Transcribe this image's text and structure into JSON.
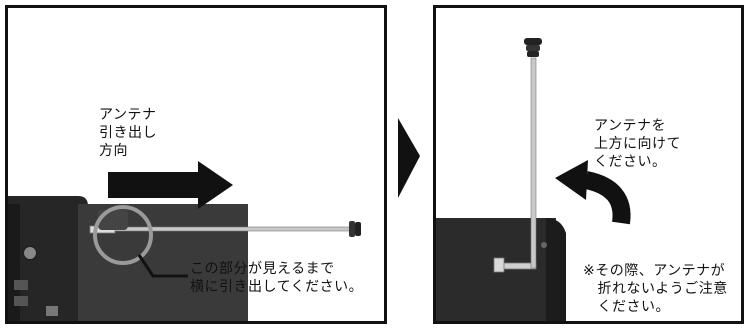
{
  "left_panel": {
    "direction_label": "アンテナ\n引き出し\n方向",
    "callout_text": "この部分が見えるまで\n横に引き出してください。"
  },
  "right_panel": {
    "instruction": "アンテナを\n上方に向けて\nください。",
    "caution": "※その際、アンテナが\n　折れないようご注意\n　ください。"
  },
  "colors": {
    "arrow": "#111111",
    "device_body": "#2b2b2b",
    "highlight_circle": "#9a9a9a"
  }
}
